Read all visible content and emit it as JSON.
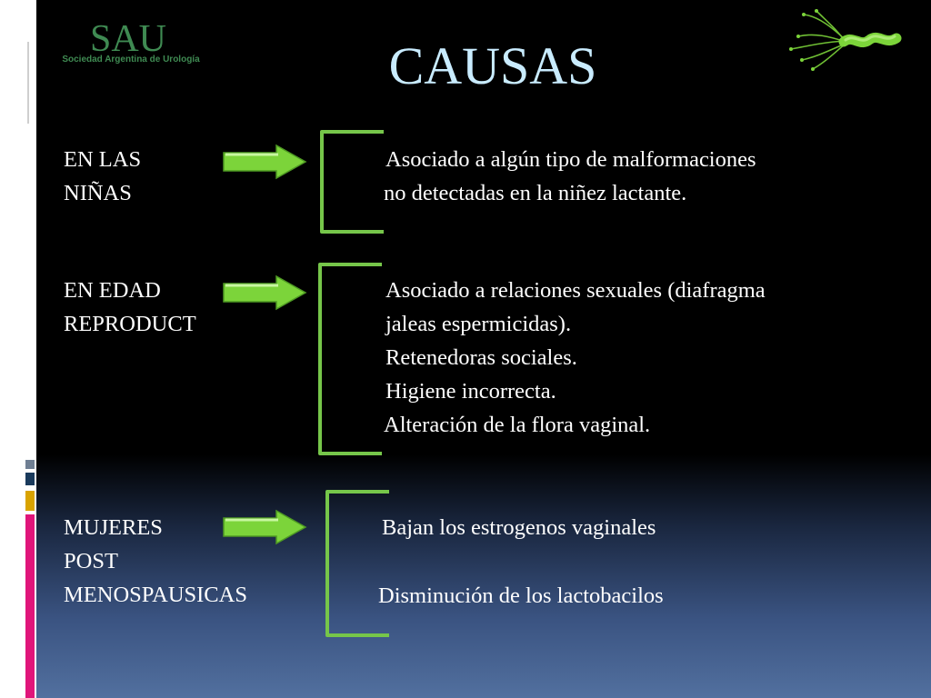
{
  "slide": {
    "title": "CAUSAS",
    "logo": {
      "mark": "SAU",
      "text": "Sociedad Argentina de Urología"
    },
    "decorations": {
      "left_bar_colors": [
        "#1a3a5c",
        "#d9a300",
        "#e0157a"
      ],
      "accent_green": "#7cd43a",
      "bracket_green": "#76c64a"
    },
    "groups": [
      {
        "category": [
          "EN LAS",
          "NIÑAS"
        ],
        "causes": [
          "Asociado a algún tipo de malformaciones",
          "no detectadas en la niñez lactante."
        ]
      },
      {
        "category": [
          "EN EDAD",
          "REPRODUCT"
        ],
        "causes": [
          "Asociado a relaciones sexuales  (diafragma",
          "jaleas espermicidas).",
          "Retenedoras sociales.",
          "Higiene incorrecta.",
          "Alteración de la flora vaginal."
        ]
      },
      {
        "category": [
          "MUJERES",
          "POST",
          "MENOSPAUSICAS"
        ],
        "causes": [
          "Bajan los estrogenos vaginales",
          "Disminución  de los lactobacilos"
        ]
      }
    ]
  }
}
